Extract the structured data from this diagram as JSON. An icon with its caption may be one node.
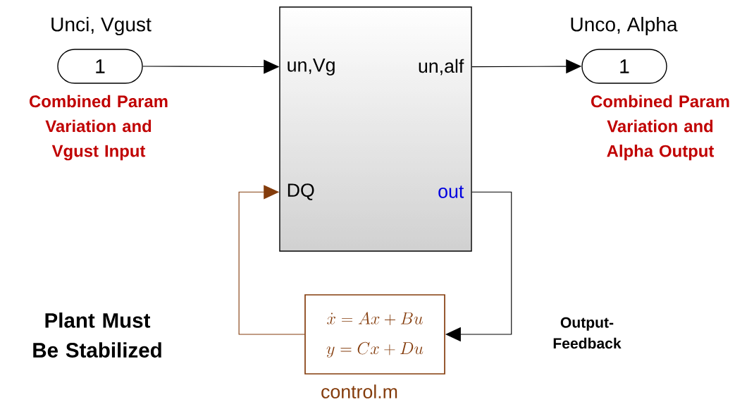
{
  "diagram": {
    "nodes": [
      {
        "text": [
          "1"
        ],
        "beside": [
          "Unci, Vgust",
          "Combined Param Variation and Vgust Input"
        ]
      },
      {
        "text": [
          "un,Vg",
          "un,alf",
          "DQ",
          "out"
        ]
      },
      {
        "text": [
          "1"
        ],
        "beside": [
          "Unco, Alpha",
          "Combined Param Variation and Alpha Output"
        ]
      },
      {
        "text": [
          "\\dot{x} = Ax + Bu",
          "y = Cx + Du"
        ],
        "beside": [
          "control.m"
        ]
      }
    ],
    "edges": [
      {
        "from": 0,
        "to": 1,
        "arrow": "to"
      },
      {
        "from": 1,
        "to": 2,
        "arrow": "to"
      },
      {
        "from": 1,
        "to": 3,
        "arrow": "to"
      },
      {
        "from": 3,
        "to": 1,
        "arrow": "to",
        "color": "#843c0c"
      }
    ],
    "labels": [
      "Plant Must Be Stabilized",
      "Output-Feedback"
    ]
  }
}
